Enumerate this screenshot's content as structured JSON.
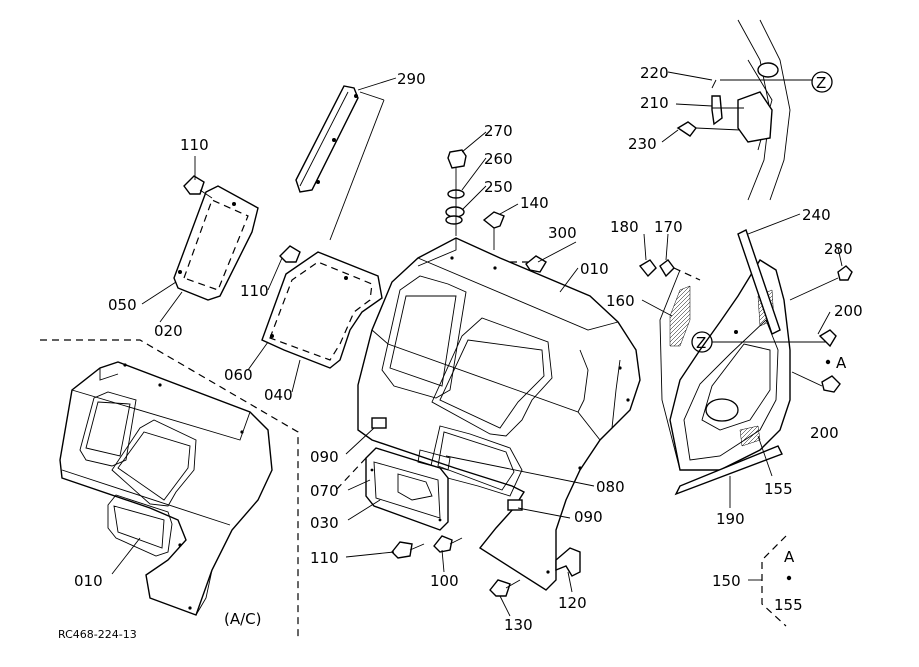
{
  "diagram": {
    "drawing_code": "RC468-224-13",
    "variant_label": "(A/C)",
    "ref_z": "Z",
    "ref_a": "A",
    "callout_ref": "A",
    "part_labels": {
      "p290": "290",
      "p270": "270",
      "p260": "260",
      "p250": "250",
      "p140": "140",
      "p110a": "110",
      "p110b": "110",
      "p110c": "110",
      "p050": "050",
      "p020": "020",
      "p060": "060",
      "p040": "040",
      "p300": "300",
      "p010a": "010",
      "p010b": "010",
      "p090a": "090",
      "p090b": "090",
      "p070": "070",
      "p030": "030",
      "p080": "080",
      "p100": "100",
      "p120": "120",
      "p130": "130",
      "p220": "220",
      "p210": "210",
      "p230": "230",
      "p240": "240",
      "p280": "280",
      "p180": "180",
      "p170": "170",
      "p160": "160",
      "p200a": "200",
      "p200b": "200",
      "p155a": "155",
      "p155b": "155",
      "p190": "190",
      "p150": "150"
    }
  }
}
